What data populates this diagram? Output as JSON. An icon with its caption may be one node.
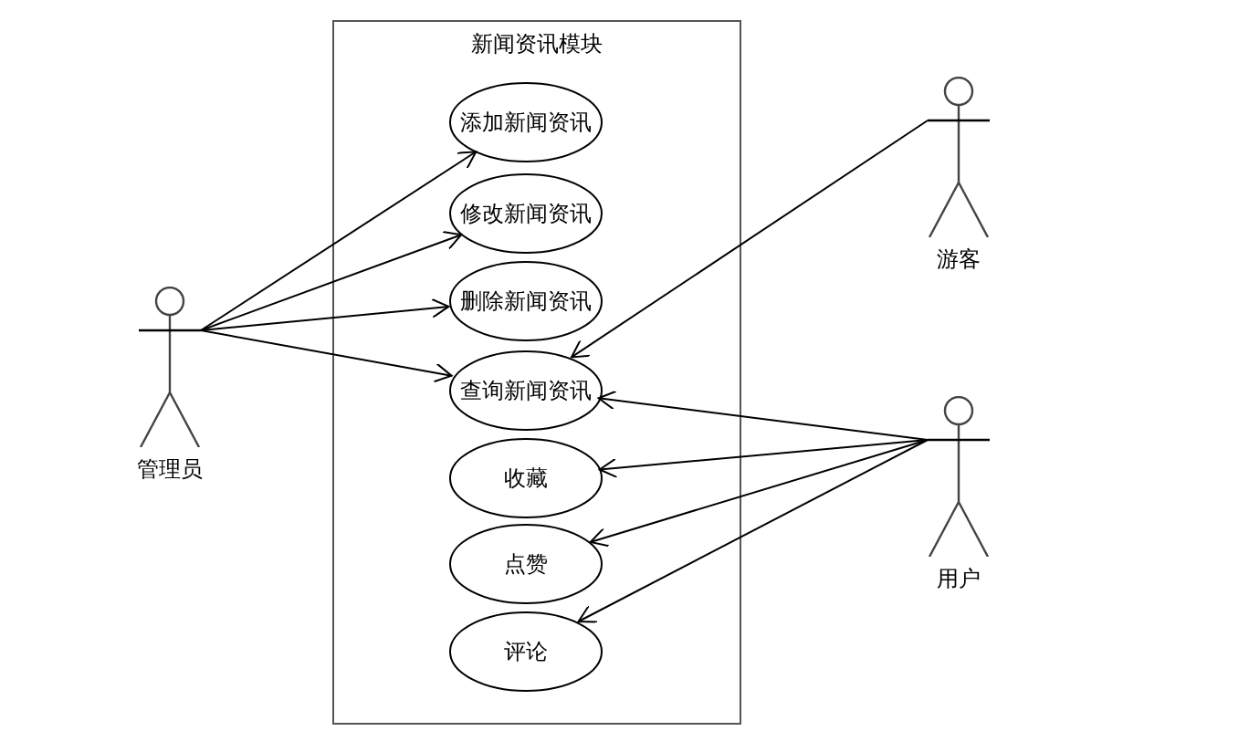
{
  "diagram": {
    "nodes": [
      {
        "text": [
          "新闻资讯模块"
        ]
      },
      {
        "text": [
          "添加新闻资讯"
        ],
        "in": 0
      },
      {
        "text": [
          "修改新闻资讯"
        ],
        "in": 0
      },
      {
        "text": [
          "删除新闻资讯"
        ],
        "in": 0
      },
      {
        "text": [
          "查询新闻资讯"
        ],
        "in": 0
      },
      {
        "text": [
          "收藏"
        ],
        "in": 0
      },
      {
        "text": [
          "点赞"
        ],
        "in": 0
      },
      {
        "text": [
          "评论"
        ],
        "in": 0
      },
      {
        "text": [
          "管理员"
        ]
      },
      {
        "text": [
          "游客"
        ]
      },
      {
        "text": [
          "用户"
        ]
      }
    ],
    "edges": [
      {
        "from": 8,
        "to": 1,
        "arrow": "to"
      },
      {
        "from": 8,
        "to": 2,
        "arrow": "to"
      },
      {
        "from": 8,
        "to": 3,
        "arrow": "to"
      },
      {
        "from": 8,
        "to": 4,
        "arrow": "to"
      },
      {
        "from": 9,
        "to": 4,
        "arrow": "to"
      },
      {
        "from": 10,
        "to": 4,
        "arrow": "to"
      },
      {
        "from": 10,
        "to": 5,
        "arrow": "to"
      },
      {
        "from": 10,
        "to": 6,
        "arrow": "to"
      },
      {
        "from": 10,
        "to": 7,
        "arrow": "to"
      }
    ]
  }
}
